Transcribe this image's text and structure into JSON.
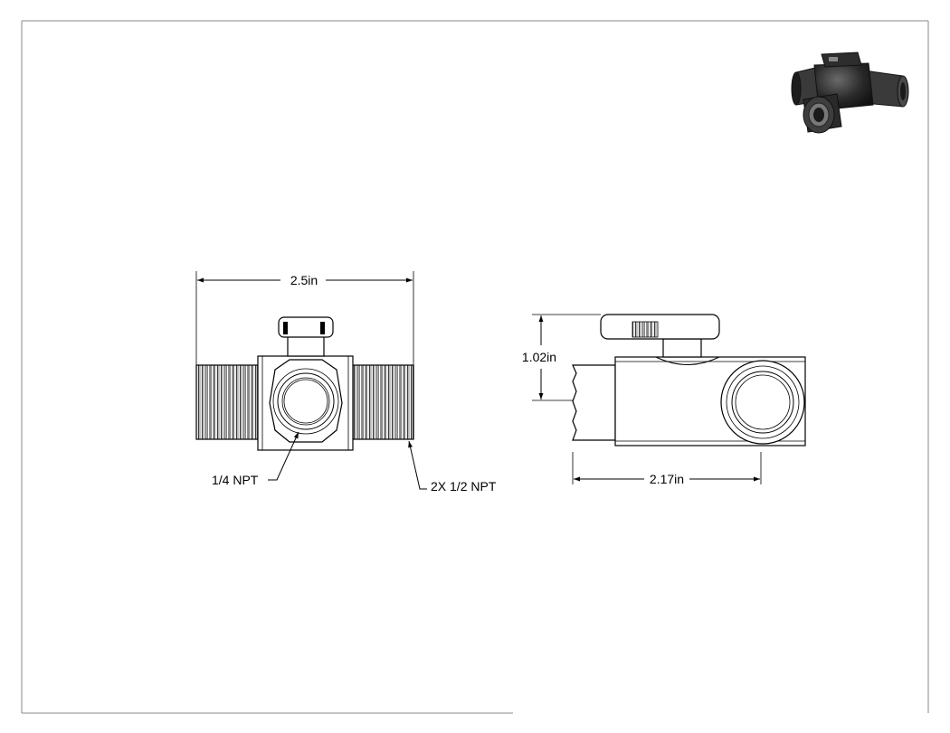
{
  "front_view": {
    "width_dimension": "2.5in",
    "center_port_callout": "1/4 NPT",
    "side_ports_callout": "2X 1/2 NPT"
  },
  "side_view": {
    "height_dimension": "1.02in",
    "length_dimension": "2.17in"
  },
  "isometric_preview": {
    "description_icon": "ball-valve-3d-icon",
    "color": "#2a2a2a"
  }
}
